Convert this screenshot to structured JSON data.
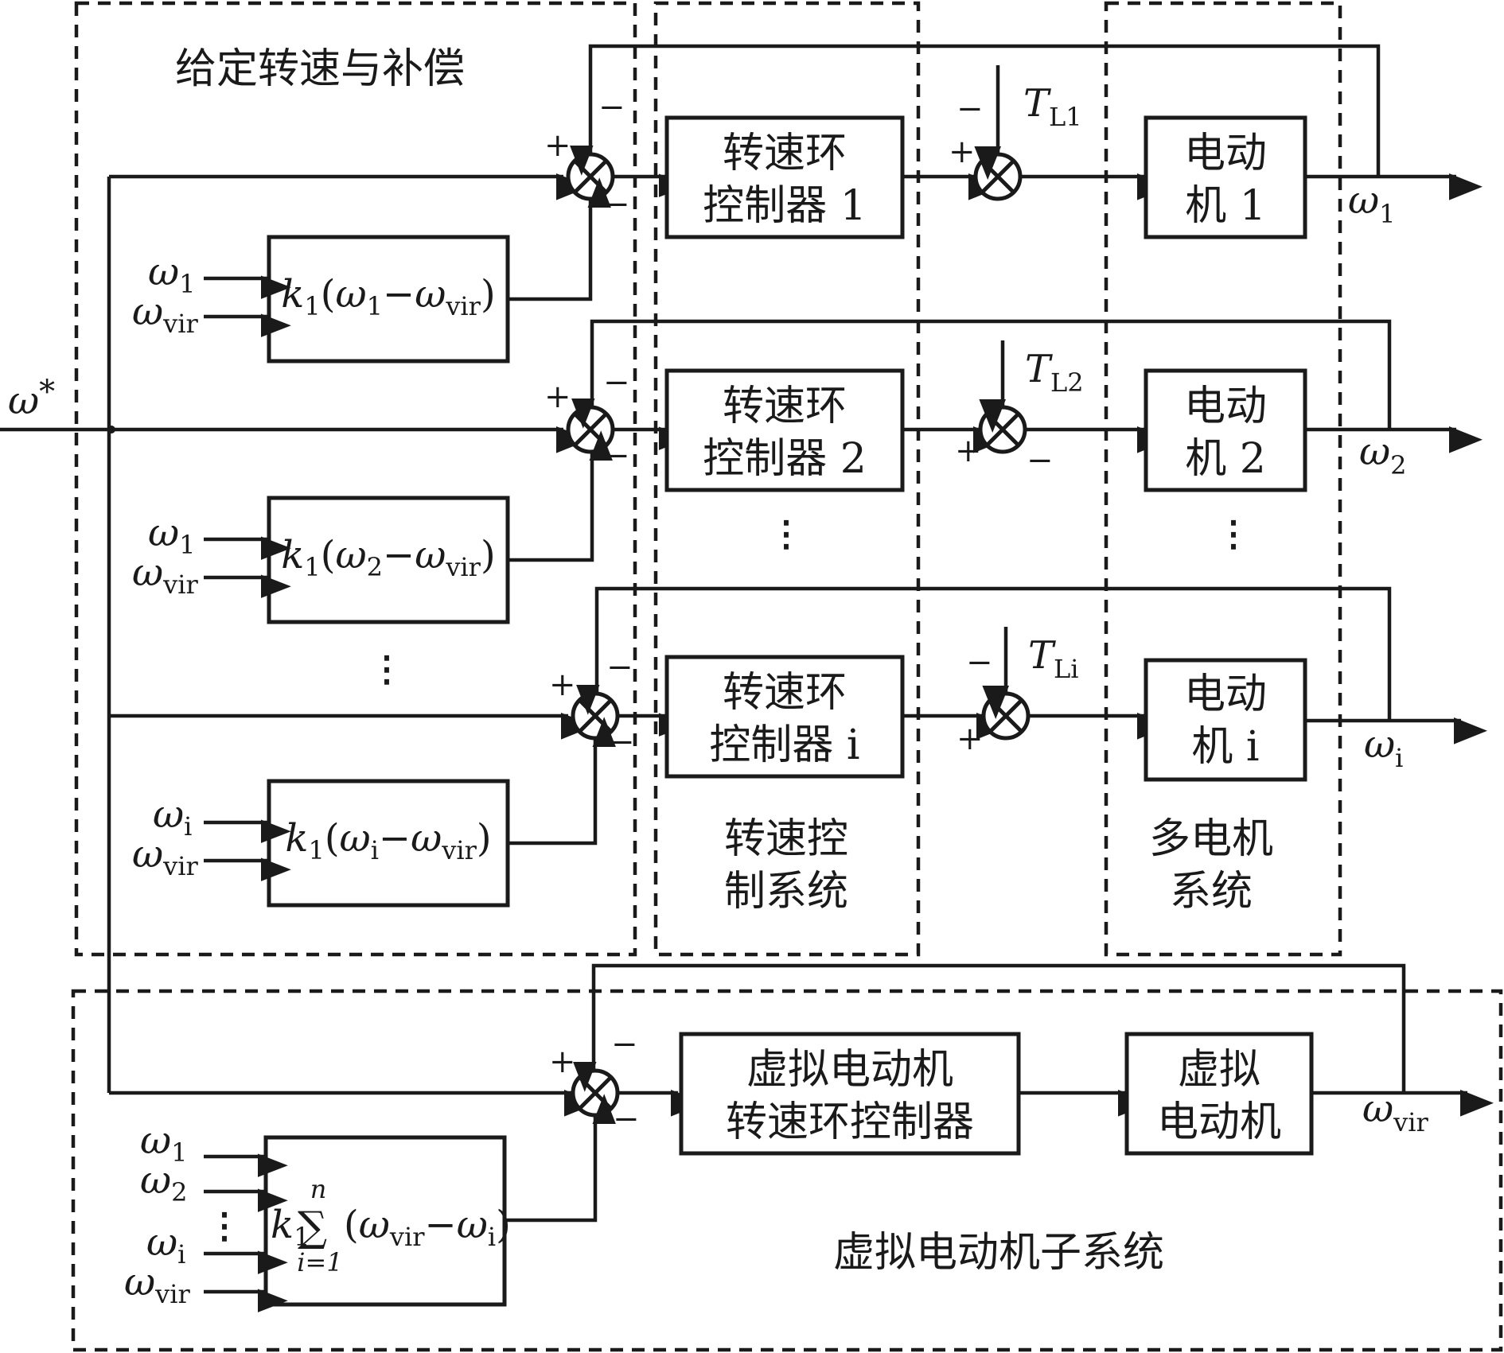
{
  "regions": {
    "reference_compensation": "给定转速与补偿",
    "speed_control_system": [
      "转速控",
      "制系统"
    ],
    "multi_motor_system": [
      "多电机",
      "系统"
    ],
    "virtual_motor_subsystem": "虚拟电动机子系统"
  },
  "input": {
    "symbol": "ω",
    "superscript": "*"
  },
  "channels": [
    {
      "controller": [
        "转速环",
        "控制器 1"
      ],
      "motor": [
        "电动",
        "机 1"
      ],
      "load": {
        "symbol": "T",
        "sub": "L1"
      },
      "output": {
        "symbol": "ω",
        "sub": "1"
      },
      "comp_inputs": [
        {
          "symbol": "ω",
          "sub": "1"
        },
        {
          "symbol": "ω",
          "sub": "vir"
        }
      ],
      "comp_formula": {
        "k": "k",
        "k_sub": "1",
        "open": "(",
        "w_a": "ω",
        "w_a_sub": "1",
        "minus": "−",
        "w_b": "ω",
        "w_b_sub": "vir",
        "close": ")"
      },
      "signs": {
        "ref": "+",
        "feedback": "−",
        "comp": "−",
        "ctrl": "+",
        "load": "−"
      }
    },
    {
      "controller": [
        "转速环",
        "控制器 2"
      ],
      "motor": [
        "电动",
        "机 2"
      ],
      "load": {
        "symbol": "T",
        "sub": "L2"
      },
      "output": {
        "symbol": "ω",
        "sub": "2"
      },
      "comp_inputs": [
        {
          "symbol": "ω",
          "sub": "1"
        },
        {
          "symbol": "ω",
          "sub": "vir"
        }
      ],
      "comp_formula": {
        "k": "k",
        "k_sub": "1",
        "open": "(",
        "w_a": "ω",
        "w_a_sub": "2",
        "minus": "−",
        "w_b": "ω",
        "w_b_sub": "vir",
        "close": ")"
      },
      "signs": {
        "ref": "+",
        "feedback": "−",
        "comp": "−",
        "ctrl": "+",
        "load": "−"
      }
    },
    {
      "controller": [
        "转速环",
        "控制器 i"
      ],
      "motor": [
        "电动",
        "机 i"
      ],
      "load": {
        "symbol": "T",
        "sub": "Li"
      },
      "output": {
        "symbol": "ω",
        "sub": "i"
      },
      "comp_inputs": [
        {
          "symbol": "ω",
          "sub": "i"
        },
        {
          "symbol": "ω",
          "sub": "vir"
        }
      ],
      "comp_formula": {
        "k": "k",
        "k_sub": "1",
        "open": "(",
        "w_a": "ω",
        "w_a_sub": "i",
        "minus": "−",
        "w_b": "ω",
        "w_b_sub": "vir",
        "close": ")"
      },
      "signs": {
        "ref": "+",
        "feedback": "−",
        "comp": "−",
        "ctrl": "+",
        "load": "−"
      }
    }
  ],
  "virtual": {
    "controller": [
      "虚拟电动机",
      "转速环控制器"
    ],
    "motor": [
      "虚拟",
      "电动机"
    ],
    "output": {
      "symbol": "ω",
      "sub": "vir"
    },
    "inputs": [
      {
        "symbol": "ω",
        "sub": "1"
      },
      {
        "symbol": "ω",
        "sub": "2"
      },
      {
        "symbol": "ω",
        "sub": "i"
      },
      {
        "symbol": "ω",
        "sub": "vir"
      }
    ],
    "formula": {
      "k": "k",
      "k_sub": "1",
      "sigma": "∑",
      "upper": "n",
      "lower": "i=1",
      "open": "(",
      "w_a": "ω",
      "w_a_sub": "vir",
      "minus": "−",
      "w_b": "ω",
      "w_b_sub": "i",
      "close": ")"
    },
    "signs": {
      "ref": "+",
      "feedback": "−",
      "comp": "−"
    }
  },
  "ellipsis": "⋮"
}
